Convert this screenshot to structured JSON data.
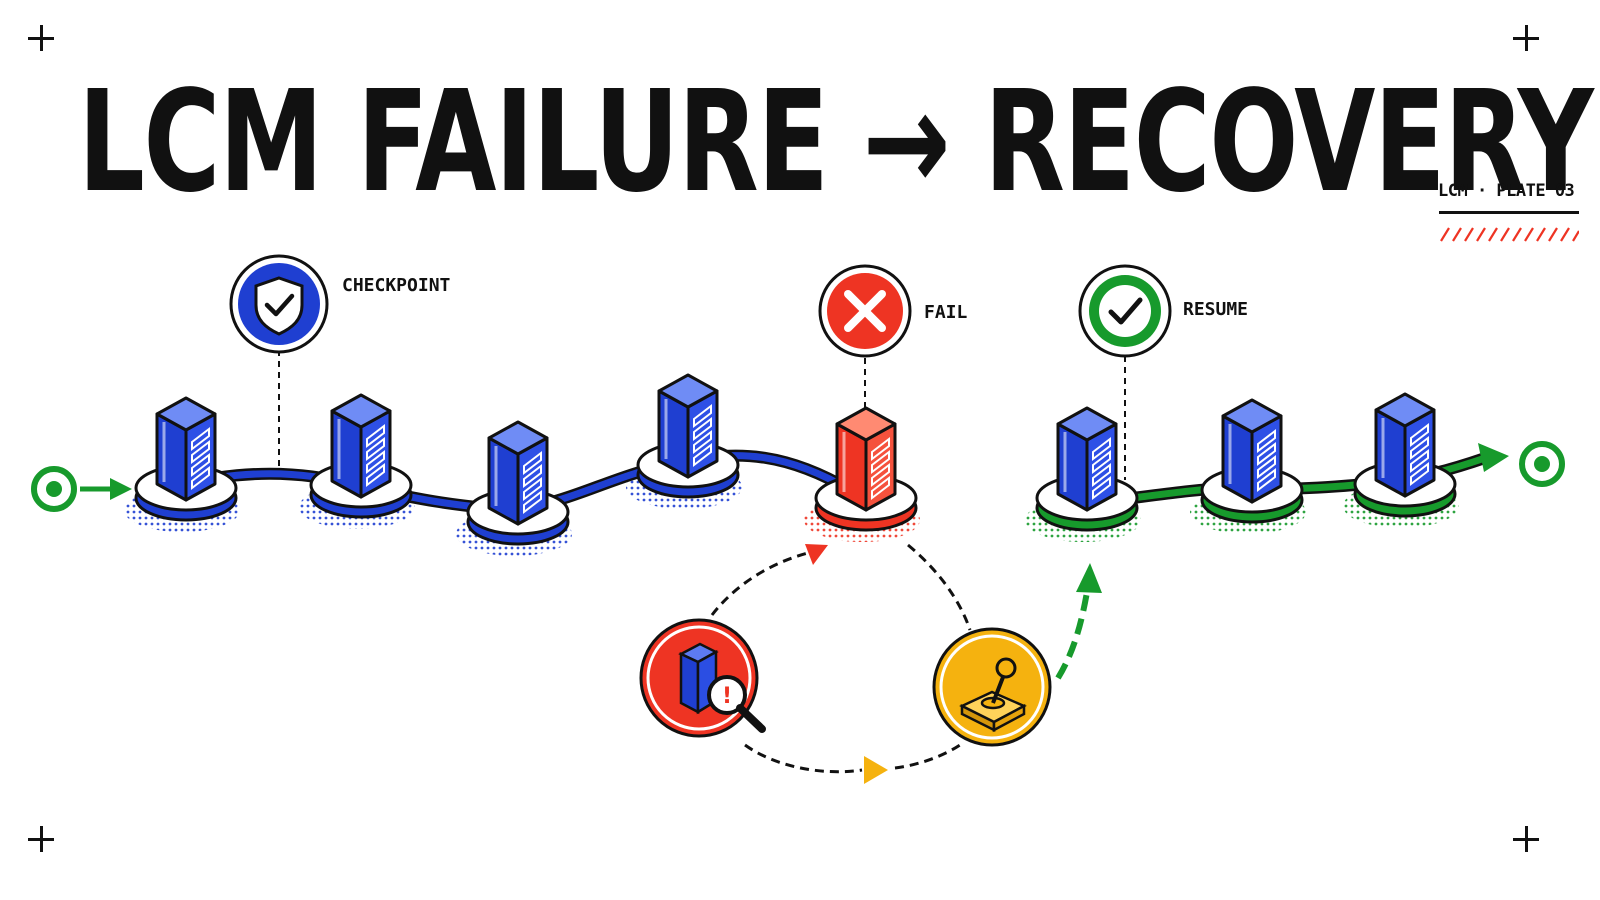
{
  "title": "LCM FAILURE → RECOVERY",
  "plate_label": "LCM · PLATE 03",
  "labels": {
    "checkpoint": "CHECKPOINT",
    "fail": "FAIL",
    "resume": "RESUME"
  },
  "colors": {
    "ink": "#111111",
    "blue": "#1f3fd1",
    "red": "#ee3423",
    "green": "#179a2c",
    "yellow": "#f5b20f"
  },
  "icons": {
    "checkpoint": "shield-check-icon",
    "fail": "x-circle-icon",
    "resume": "check-circle-icon",
    "diagnose": "server-search-alert-icon",
    "control": "joystick-icon",
    "start": "start-node-icon",
    "end": "end-node-icon"
  }
}
